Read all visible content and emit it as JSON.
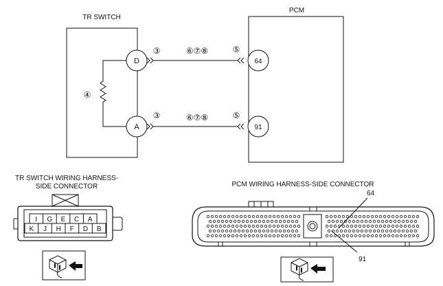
{
  "tr_switch": {
    "title": "TR SWITCH",
    "terminal_top": "D",
    "terminal_bottom": "A",
    "resistor_note": "④"
  },
  "pcm": {
    "title": "PCM",
    "terminal_top": "64",
    "terminal_bottom": "91"
  },
  "wire_top": {
    "note_left": "③",
    "note_mid": "⑥⑦⑧",
    "note_right": "⑤"
  },
  "wire_bottom": {
    "note_left": "③",
    "note_mid": "⑥⑦⑧",
    "note_right": "⑤"
  },
  "tr_connector": {
    "title_line1": "TR SWITCH WIRING HARNESS-",
    "title_line2": "SIDE CONNECTOR",
    "row_top": [
      "I",
      "G",
      "E",
      "C",
      "A"
    ],
    "row_bottom": [
      "K",
      "J",
      "H",
      "F",
      "D",
      "B"
    ]
  },
  "pcm_connector": {
    "title": "PCM WIRING HARNESS-SIDE CONNECTOR",
    "callout_top": "64",
    "callout_bottom": "91"
  }
}
